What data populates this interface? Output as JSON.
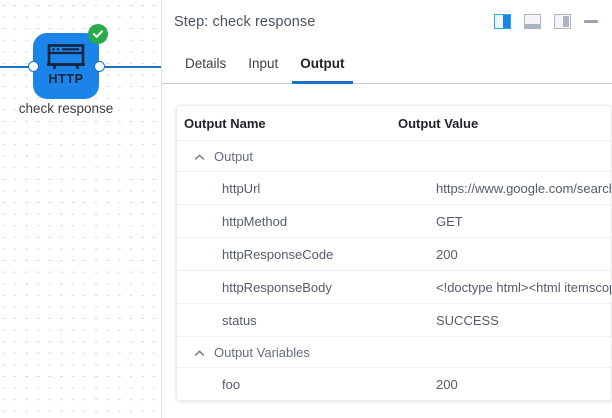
{
  "canvas": {
    "node": {
      "label": "check response",
      "icon": "http-node-icon",
      "badge": "success-check-icon",
      "color": "#1a84e8",
      "badge_color": "#2aab4a",
      "icon_text": "HTTP"
    },
    "edge_color": "#1a73c8"
  },
  "panel": {
    "title": "Step: check response",
    "header_actions": [
      {
        "name": "layout-split-right-button",
        "icon": "layout-split-icon",
        "active": true
      },
      {
        "name": "layout-bottom-panel-button",
        "icon": "layout-bottom-icon",
        "active": false
      },
      {
        "name": "layout-side-panel-button",
        "icon": "layout-side-icon",
        "active": false
      },
      {
        "name": "minimize-panel-button",
        "icon": "minimize-icon",
        "active": false
      }
    ],
    "tabs": [
      {
        "label": "Details",
        "active": false
      },
      {
        "label": "Input",
        "active": false
      },
      {
        "label": "Output",
        "active": true
      }
    ],
    "accent_color": "#1a73c8"
  },
  "table": {
    "headers": {
      "name": "Output Name",
      "value": "Output Value"
    },
    "groups": [
      {
        "label": "Output",
        "expanded": true,
        "rows": [
          {
            "name": "httpUrl",
            "value": "https://www.google.com/search?q="
          },
          {
            "name": "httpMethod",
            "value": "GET"
          },
          {
            "name": "httpResponseCode",
            "value": "200"
          },
          {
            "name": "httpResponseBody",
            "value": "<!doctype html><html itemscope=\""
          },
          {
            "name": "status",
            "value": "SUCCESS"
          }
        ]
      },
      {
        "label": "Output Variables",
        "expanded": true,
        "rows": [
          {
            "name": "foo",
            "value": "200"
          }
        ]
      }
    ]
  }
}
